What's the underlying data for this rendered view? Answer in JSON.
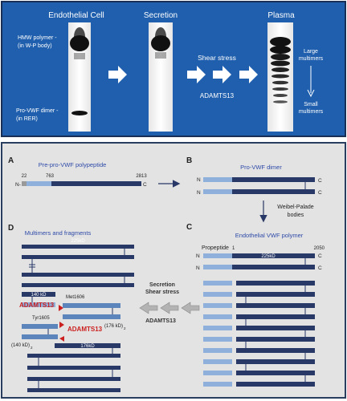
{
  "top_panel": {
    "lanes": [
      "Endothelial Cell",
      "Secretion",
      "Plasma"
    ],
    "hmw_label": [
      "HMW polymer -",
      "(in W-P body)"
    ],
    "pro_dimer_label": [
      "Pro-VWF dimer -",
      "(in RER)"
    ],
    "shear_stress": "Shear stress",
    "adamts13": "ADAMTS13",
    "large_label": [
      "Large",
      "multimers"
    ],
    "small_label": [
      "Small",
      "multimers"
    ]
  },
  "panel_a": {
    "letter": "A",
    "title": "Pre-pro-VWF polypeptide",
    "n22": "22",
    "n763": "763",
    "n2813": "2813",
    "n_term": "N-",
    "c_term": "C"
  },
  "panel_b": {
    "letter": "B",
    "title": "Pro-VWF dimer",
    "n": "N",
    "c": "C",
    "transition": [
      "Weibel-Palade",
      "bodies"
    ]
  },
  "panel_c": {
    "letter": "C",
    "title": "Endothelial VWF polymer",
    "propeptide": "Propeptide",
    "n1": "1",
    "n2050": "2050",
    "kd225": "225kD",
    "n": "N",
    "c": "C"
  },
  "panel_d": {
    "letter": "D",
    "title": "Multimers and fragments",
    "kd225": "225kD",
    "kd140": "140 kD",
    "met1606": "Met1606",
    "adamts13": "ADAMTS13",
    "kd176_2": "(176 kD)",
    "sub2": "2",
    "tyr1605": "Tyr1605",
    "kd140_2": "(140 kD)",
    "kd176": "176kD"
  },
  "middle": {
    "secretion": "Secretion",
    "shear": "Shear stress",
    "adamts13": "ADAMTS13"
  },
  "colors": {
    "top_bg": "#1f5fad",
    "bottom_bg": "#e3e3e3",
    "border": "#2a3f5f",
    "dark_bar": "#283867",
    "light_bar": "#8eb0db",
    "mid_bar": "#5b85bb",
    "title_blue": "#2e4aa8",
    "red": "#cc1f1f"
  }
}
